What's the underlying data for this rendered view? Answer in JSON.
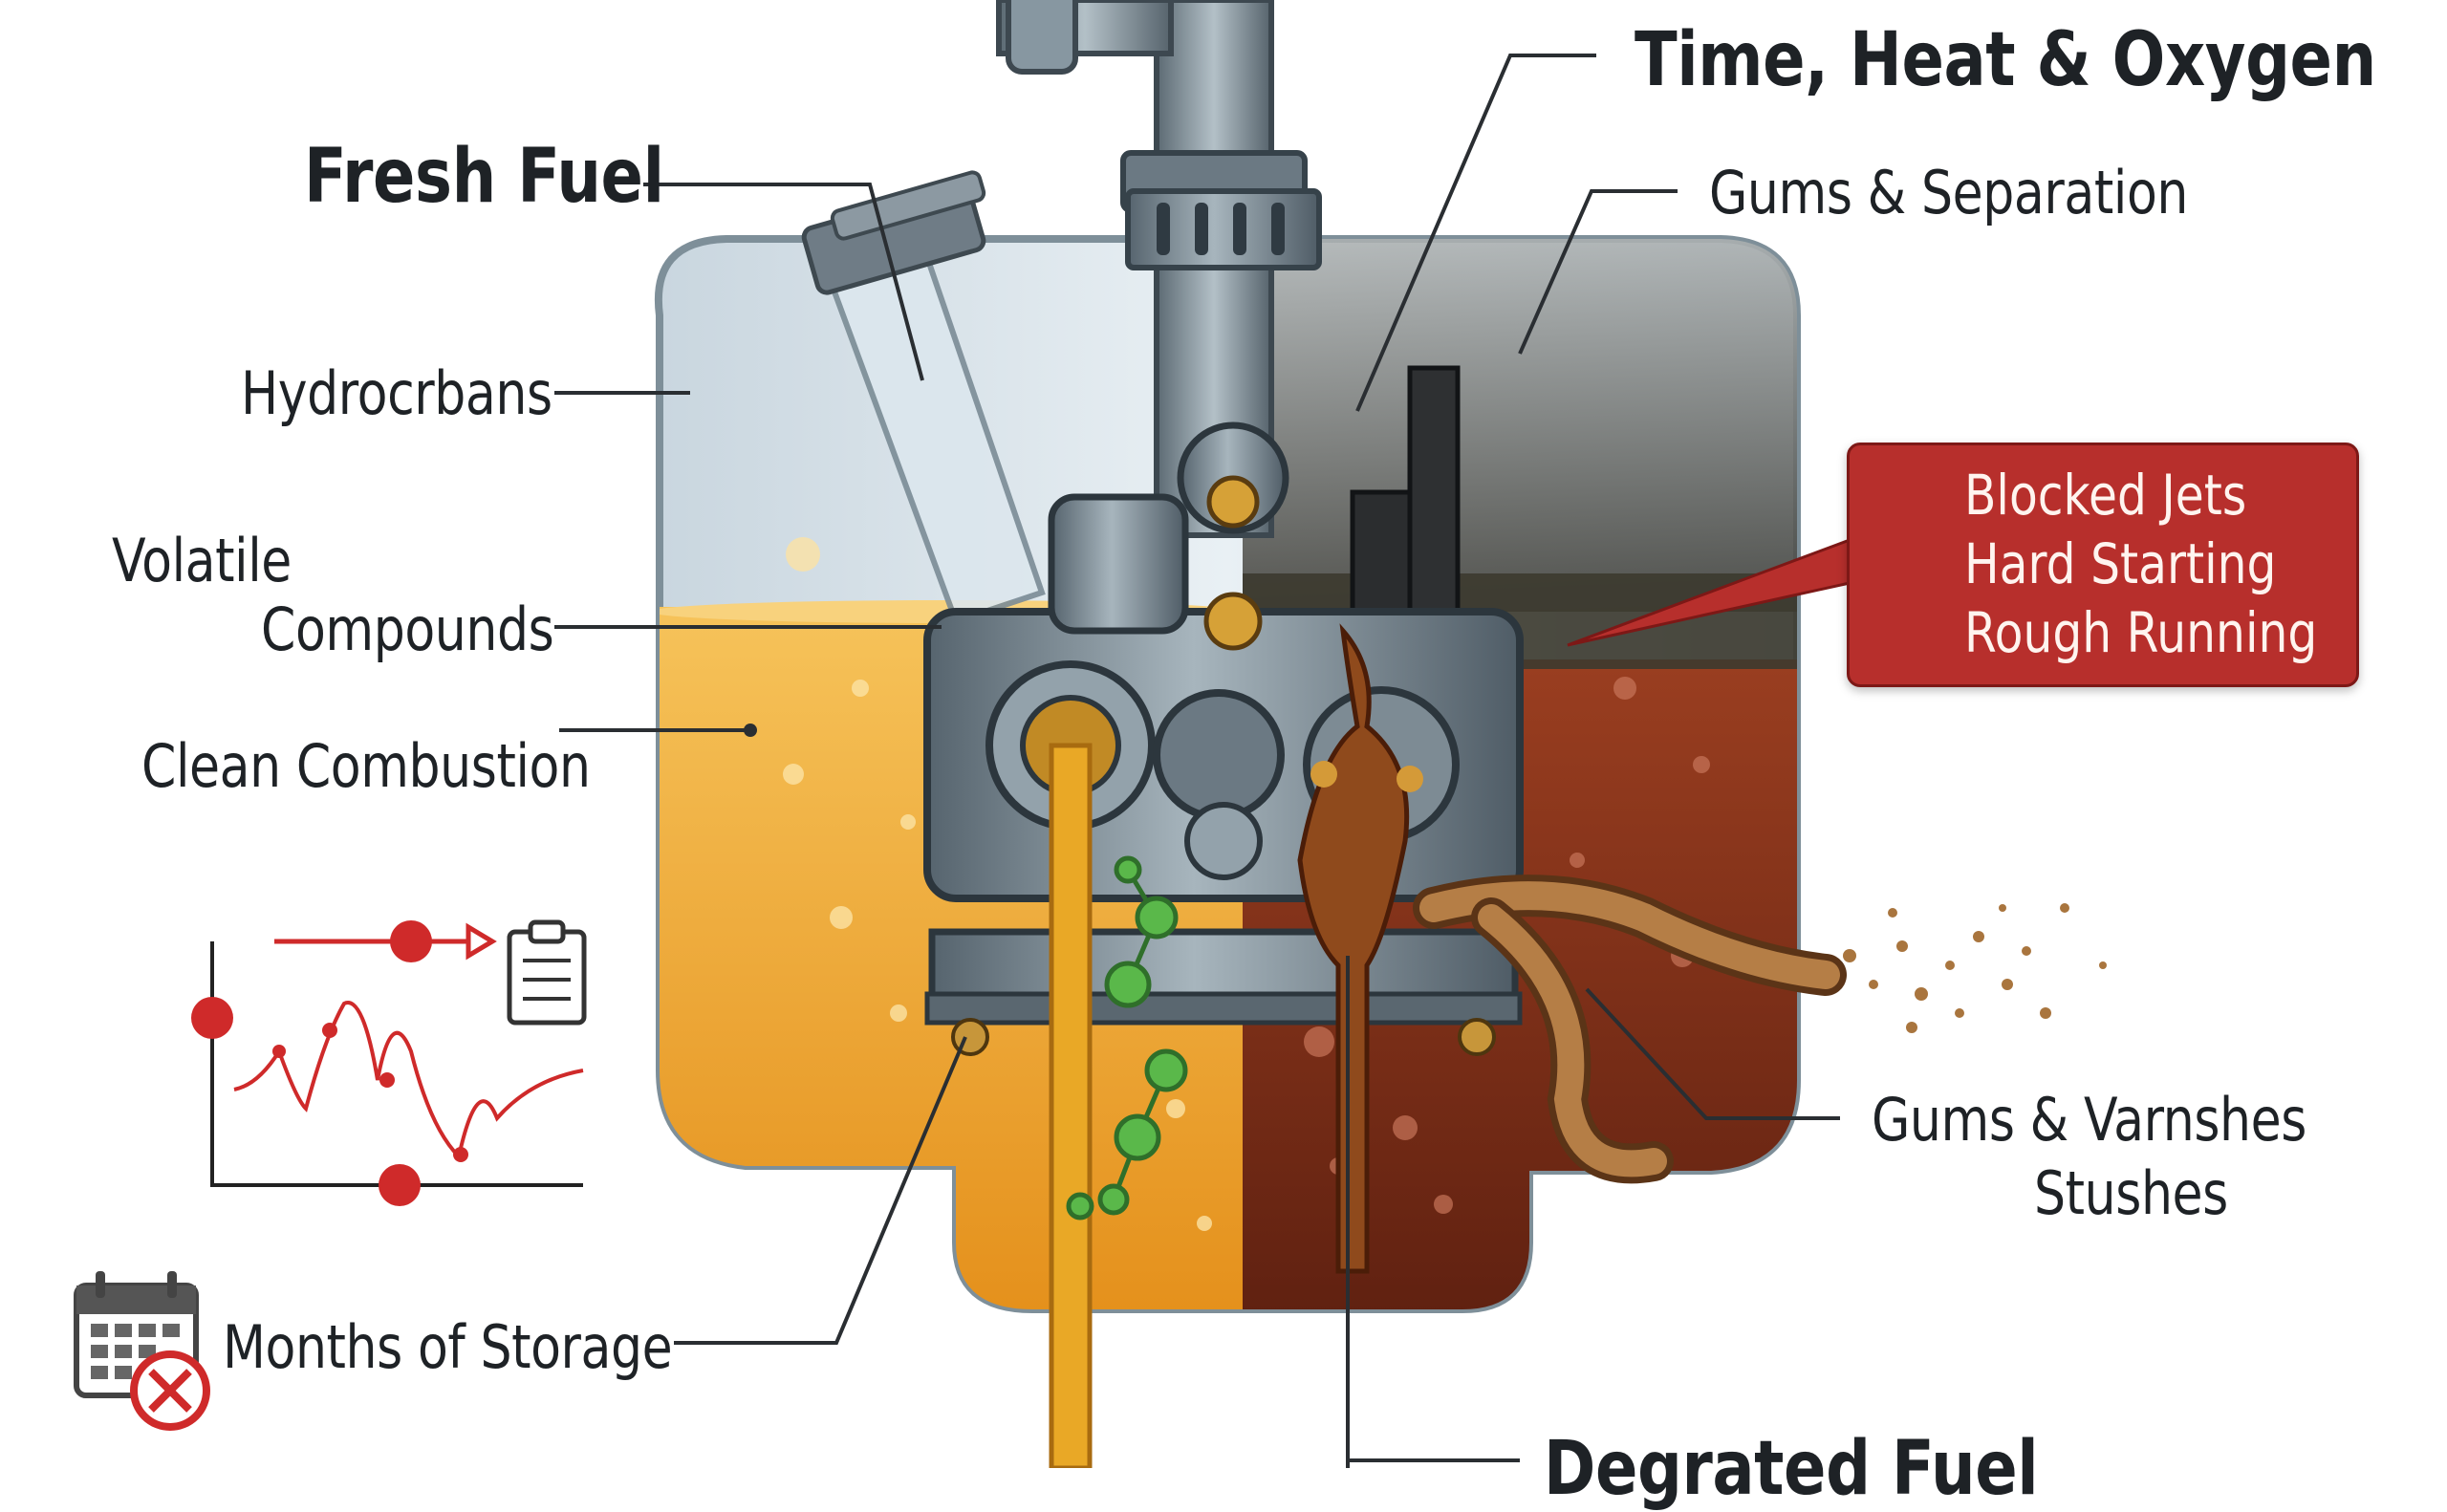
{
  "labels": {
    "fresh_fuel": "Fresh Fuel",
    "hydrocarbons": "Hydrocrbans",
    "volatile": "Volatile",
    "compounds": "Compounds",
    "clean_combustion": "Clean Combustion",
    "months_storage": "Months of Storage",
    "time_heat_oxygen": "Time, Heat & Oxygen",
    "gums_separation": "Gums & Separation",
    "gums_varnishes": "Gums & Varnshes",
    "stushes": "Stushes",
    "degraded_fuel": "Degrated Fuel"
  },
  "warning": {
    "icon": "skull-crossbones-icon",
    "lines": [
      "Blocked Jets",
      "Hard Starting",
      "Rough Running"
    ]
  },
  "colors": {
    "fresh_fuel": "#f0a72a",
    "degraded_fuel": "#7a2d18",
    "warning_red": "#b72f2c",
    "chart_red": "#cf2a2a",
    "molecule_green": "#5ab84a"
  },
  "icons": [
    "calendar-icon",
    "cancel-icon",
    "clipboard-icon",
    "arrow-right-icon"
  ]
}
